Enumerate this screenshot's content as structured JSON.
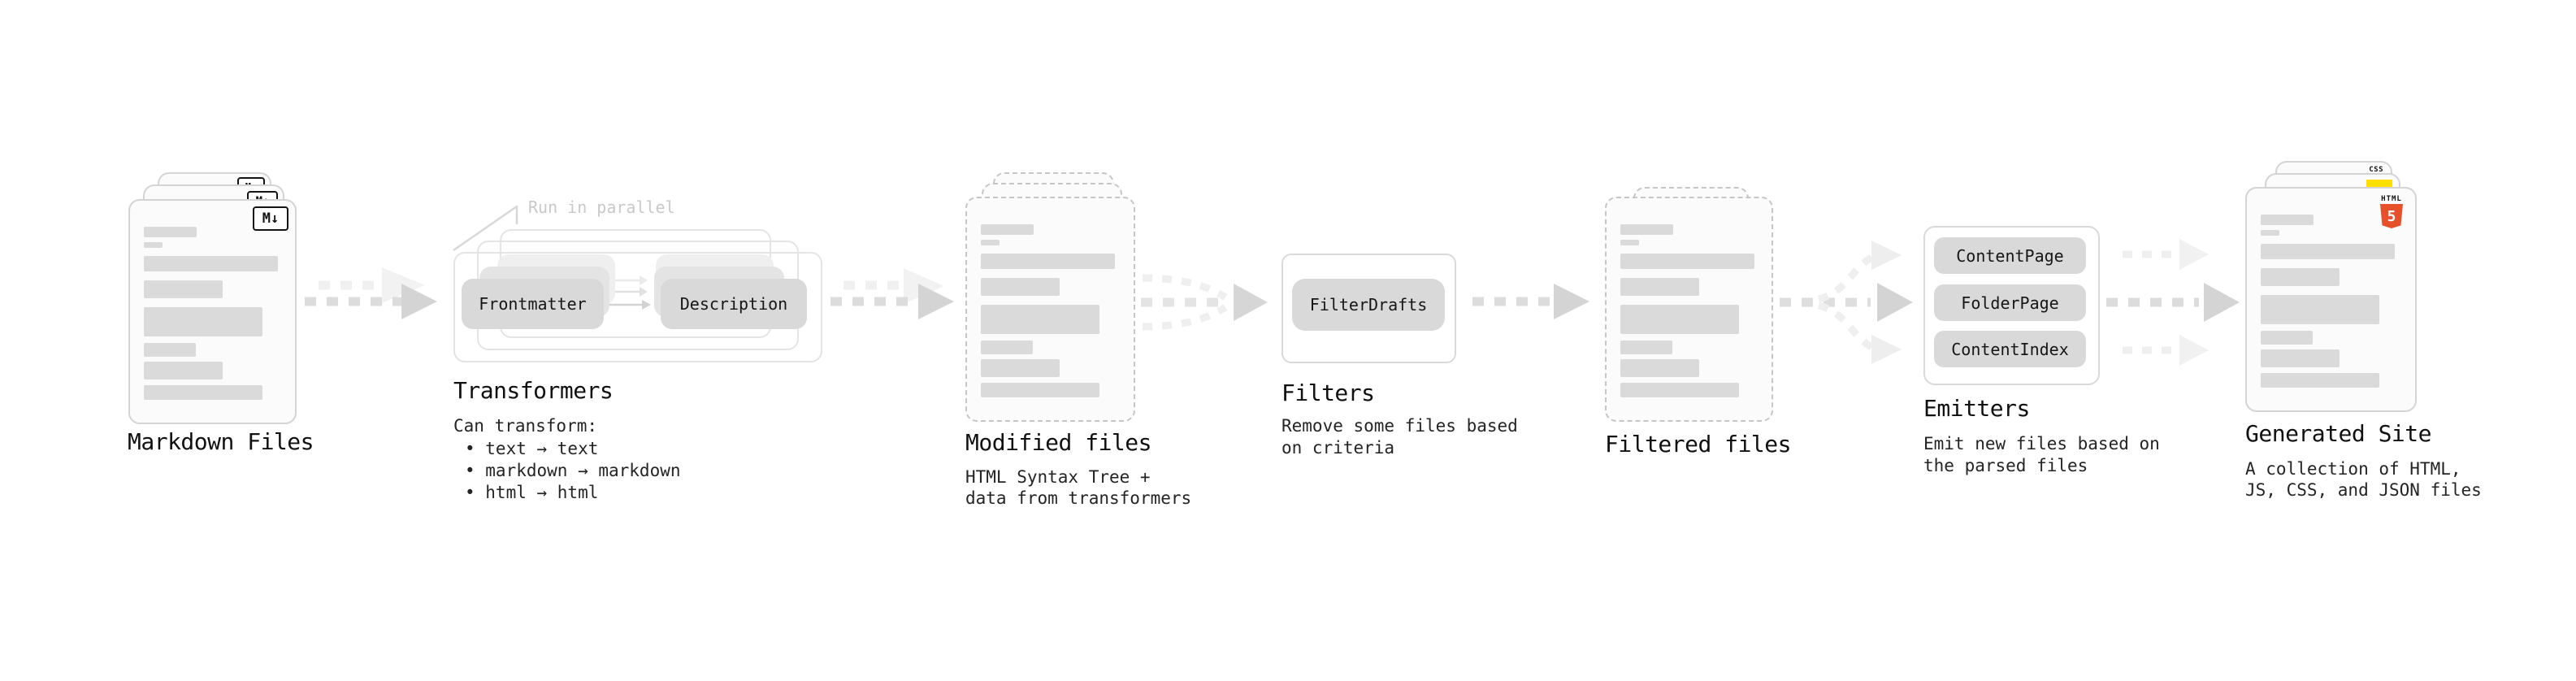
{
  "colors": {
    "html5_orange": "#e6502a",
    "js_yellow": "#ffde00",
    "css_blue": "#2b65f0",
    "pill_gray": "#d9d9d9",
    "bar_gray": "#dadada",
    "arrow_dark": "#d4d4d4",
    "arrow_light": "#f0f0f0"
  },
  "nodes": {
    "markdown_files": {
      "title": "Markdown Files",
      "badge": "M↓"
    },
    "transformers": {
      "annotation": "Run in parallel",
      "pill_frontmatter": "Frontmatter",
      "pill_description": "Description",
      "title": "Transformers",
      "subtitle": "Can transform:",
      "bullets": [
        "• text → text",
        "• markdown → markdown",
        "• html → html"
      ]
    },
    "modified_files": {
      "title": "Modified files",
      "description": [
        "HTML Syntax Tree +",
        "data from transformers"
      ]
    },
    "filters": {
      "pill": "FilterDrafts",
      "title": "Filters",
      "description": [
        "Remove some files based",
        "on criteria"
      ]
    },
    "filtered_files": {
      "title": "Filtered files"
    },
    "emitters": {
      "pills": [
        "ContentPage",
        "FolderPage",
        "ContentIndex"
      ],
      "title": "Emitters",
      "description": [
        "Emit new files based on",
        "the parsed files"
      ]
    },
    "generated_site": {
      "title": "Generated Site",
      "description": [
        "A collection of HTML,",
        "JS, CSS, and JSON files"
      ],
      "css_badge": "CSS",
      "html_badge": "HTML",
      "html_number": "5"
    }
  }
}
